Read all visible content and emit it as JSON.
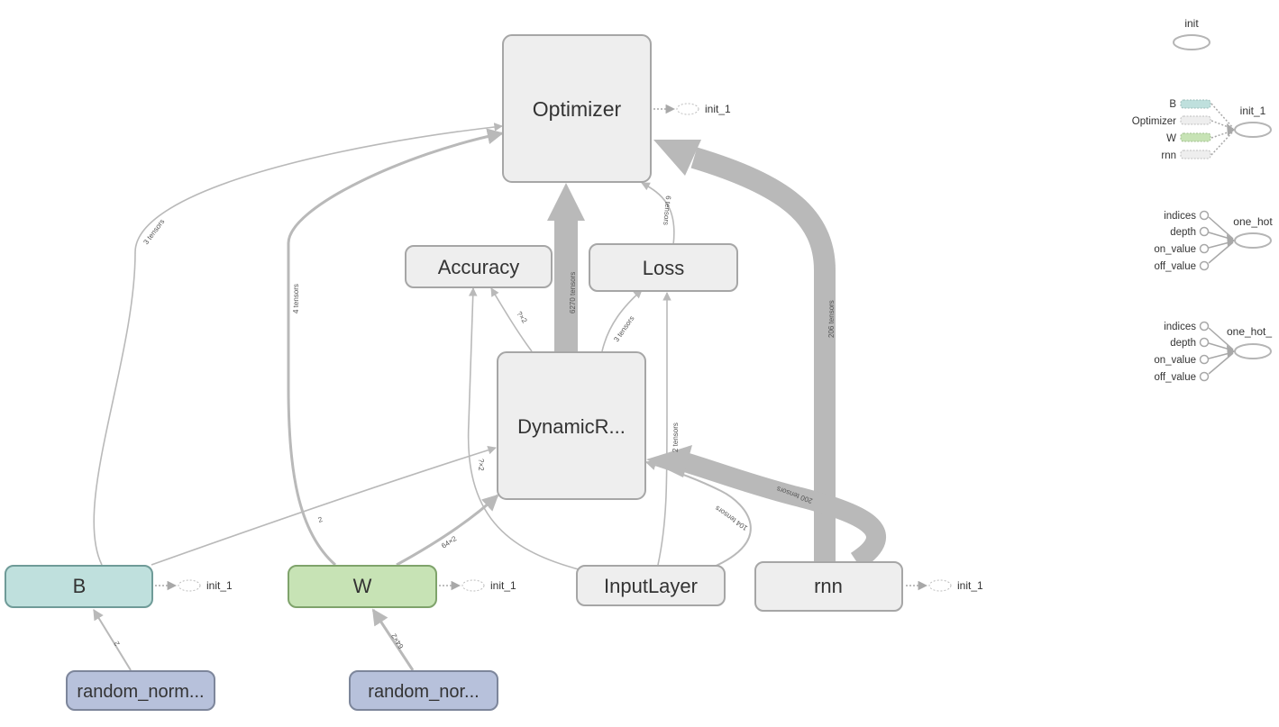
{
  "nodes": {
    "optimizer": "Optimizer",
    "accuracy": "Accuracy",
    "loss": "Loss",
    "dynamic": "DynamicR...",
    "b": "B",
    "w": "W",
    "input_layer": "InputLayer",
    "rnn": "rnn",
    "random_norm_b": "random_norm...",
    "random_norm_w": "random_nor..."
  },
  "edge_labels": {
    "b_to_optimizer": "3 tensors",
    "w_to_optimizer": "4 tensors",
    "dynamic_to_optimizer": "6270 tensors",
    "loss_to_optimizer": "6 tensors",
    "rnn_to_optimizer": "206 tensors",
    "dynamic_to_accuracy": "?×2",
    "dynamic_to_loss": "3 tensors",
    "input_to_loss": "2 tensors",
    "input_to_accuracy": "?×2",
    "b_to_dynamic": "2",
    "w_to_dynamic": "64×2",
    "rnn_to_dynamic": "200 tensors",
    "input_to_dynamic": "104 tensors",
    "rand_to_b": "2",
    "rand_to_w": "64×2"
  },
  "init_refs": {
    "optimizer": "init_1",
    "b": "init_1",
    "w": "init_1",
    "rnn": "init_1"
  },
  "aux": {
    "init": {
      "title": "init"
    },
    "init_1": {
      "title": "init_1",
      "inputs": [
        "B",
        "Optimizer",
        "W",
        "rnn"
      ]
    },
    "one_hot": {
      "title": "one_hot",
      "inputs": [
        "indices",
        "depth",
        "on_value",
        "off_value"
      ]
    },
    "one_hot_2": {
      "title": "one_hot_",
      "inputs": [
        "indices",
        "depth",
        "on_value",
        "off_value"
      ]
    }
  },
  "colors": {
    "node_fill": "#eeeeee",
    "node_stroke": "#a6a6a6",
    "b_fill": "#bfe0dd",
    "b_stroke": "#6f9b98",
    "w_fill": "#c7e3b5",
    "w_stroke": "#7fa36b",
    "rand_fill": "#b7c1db",
    "rand_stroke": "#7d869b",
    "edge": "#b9b9b9"
  }
}
